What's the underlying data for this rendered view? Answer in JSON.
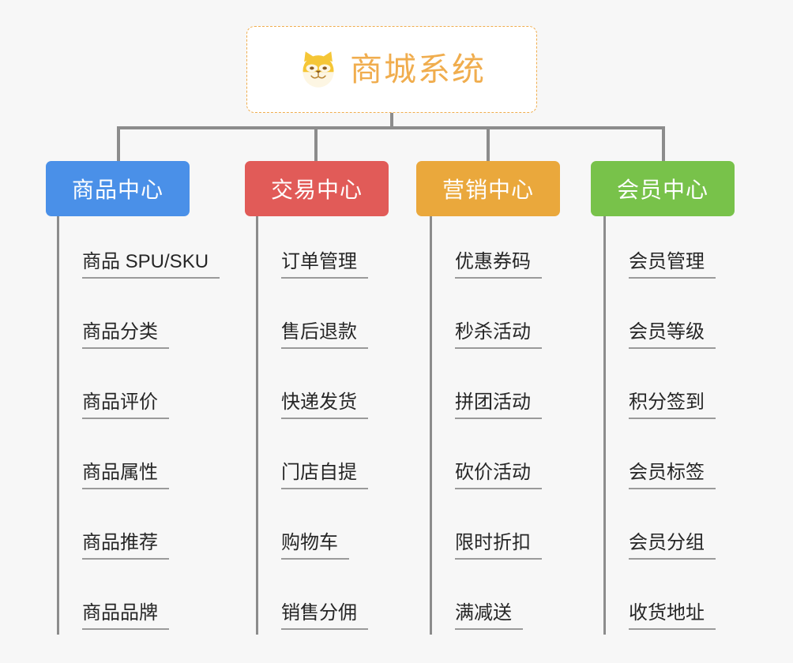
{
  "diagram": {
    "type": "org-chart",
    "title": "商城系统",
    "root": {
      "label": "商城系统",
      "icon": "shiba-dog-face-icon",
      "border_color": "#f0ad4e",
      "text_color": "#f0ad4e",
      "background": "#ffffff"
    },
    "background_color": "#f7f7f7",
    "connector_color": "#8c8c8c",
    "leaf_text_color": "#262626",
    "leaf_underline_color": "#9a9a9a",
    "branches": [
      {
        "label": "商品中心",
        "color": "#4a90e8",
        "items": [
          "商品 SPU/SKU",
          "商品分类",
          "商品评价",
          "商品属性",
          "商品推荐",
          "商品品牌"
        ]
      },
      {
        "label": "交易中心",
        "color": "#e15b58",
        "items": [
          "订单管理",
          "售后退款",
          "快递发货",
          "门店自提",
          "购物车",
          "销售分佣"
        ]
      },
      {
        "label": "营销中心",
        "color": "#eaa83c",
        "items": [
          "优惠券码",
          "秒杀活动",
          "拼团活动",
          "砍价活动",
          "限时折扣",
          "满减送"
        ]
      },
      {
        "label": "会员中心",
        "color": "#78c24a",
        "items": [
          "会员管理",
          "会员等级",
          "积分签到",
          "会员标签",
          "会员分组",
          "收货地址"
        ]
      }
    ]
  }
}
